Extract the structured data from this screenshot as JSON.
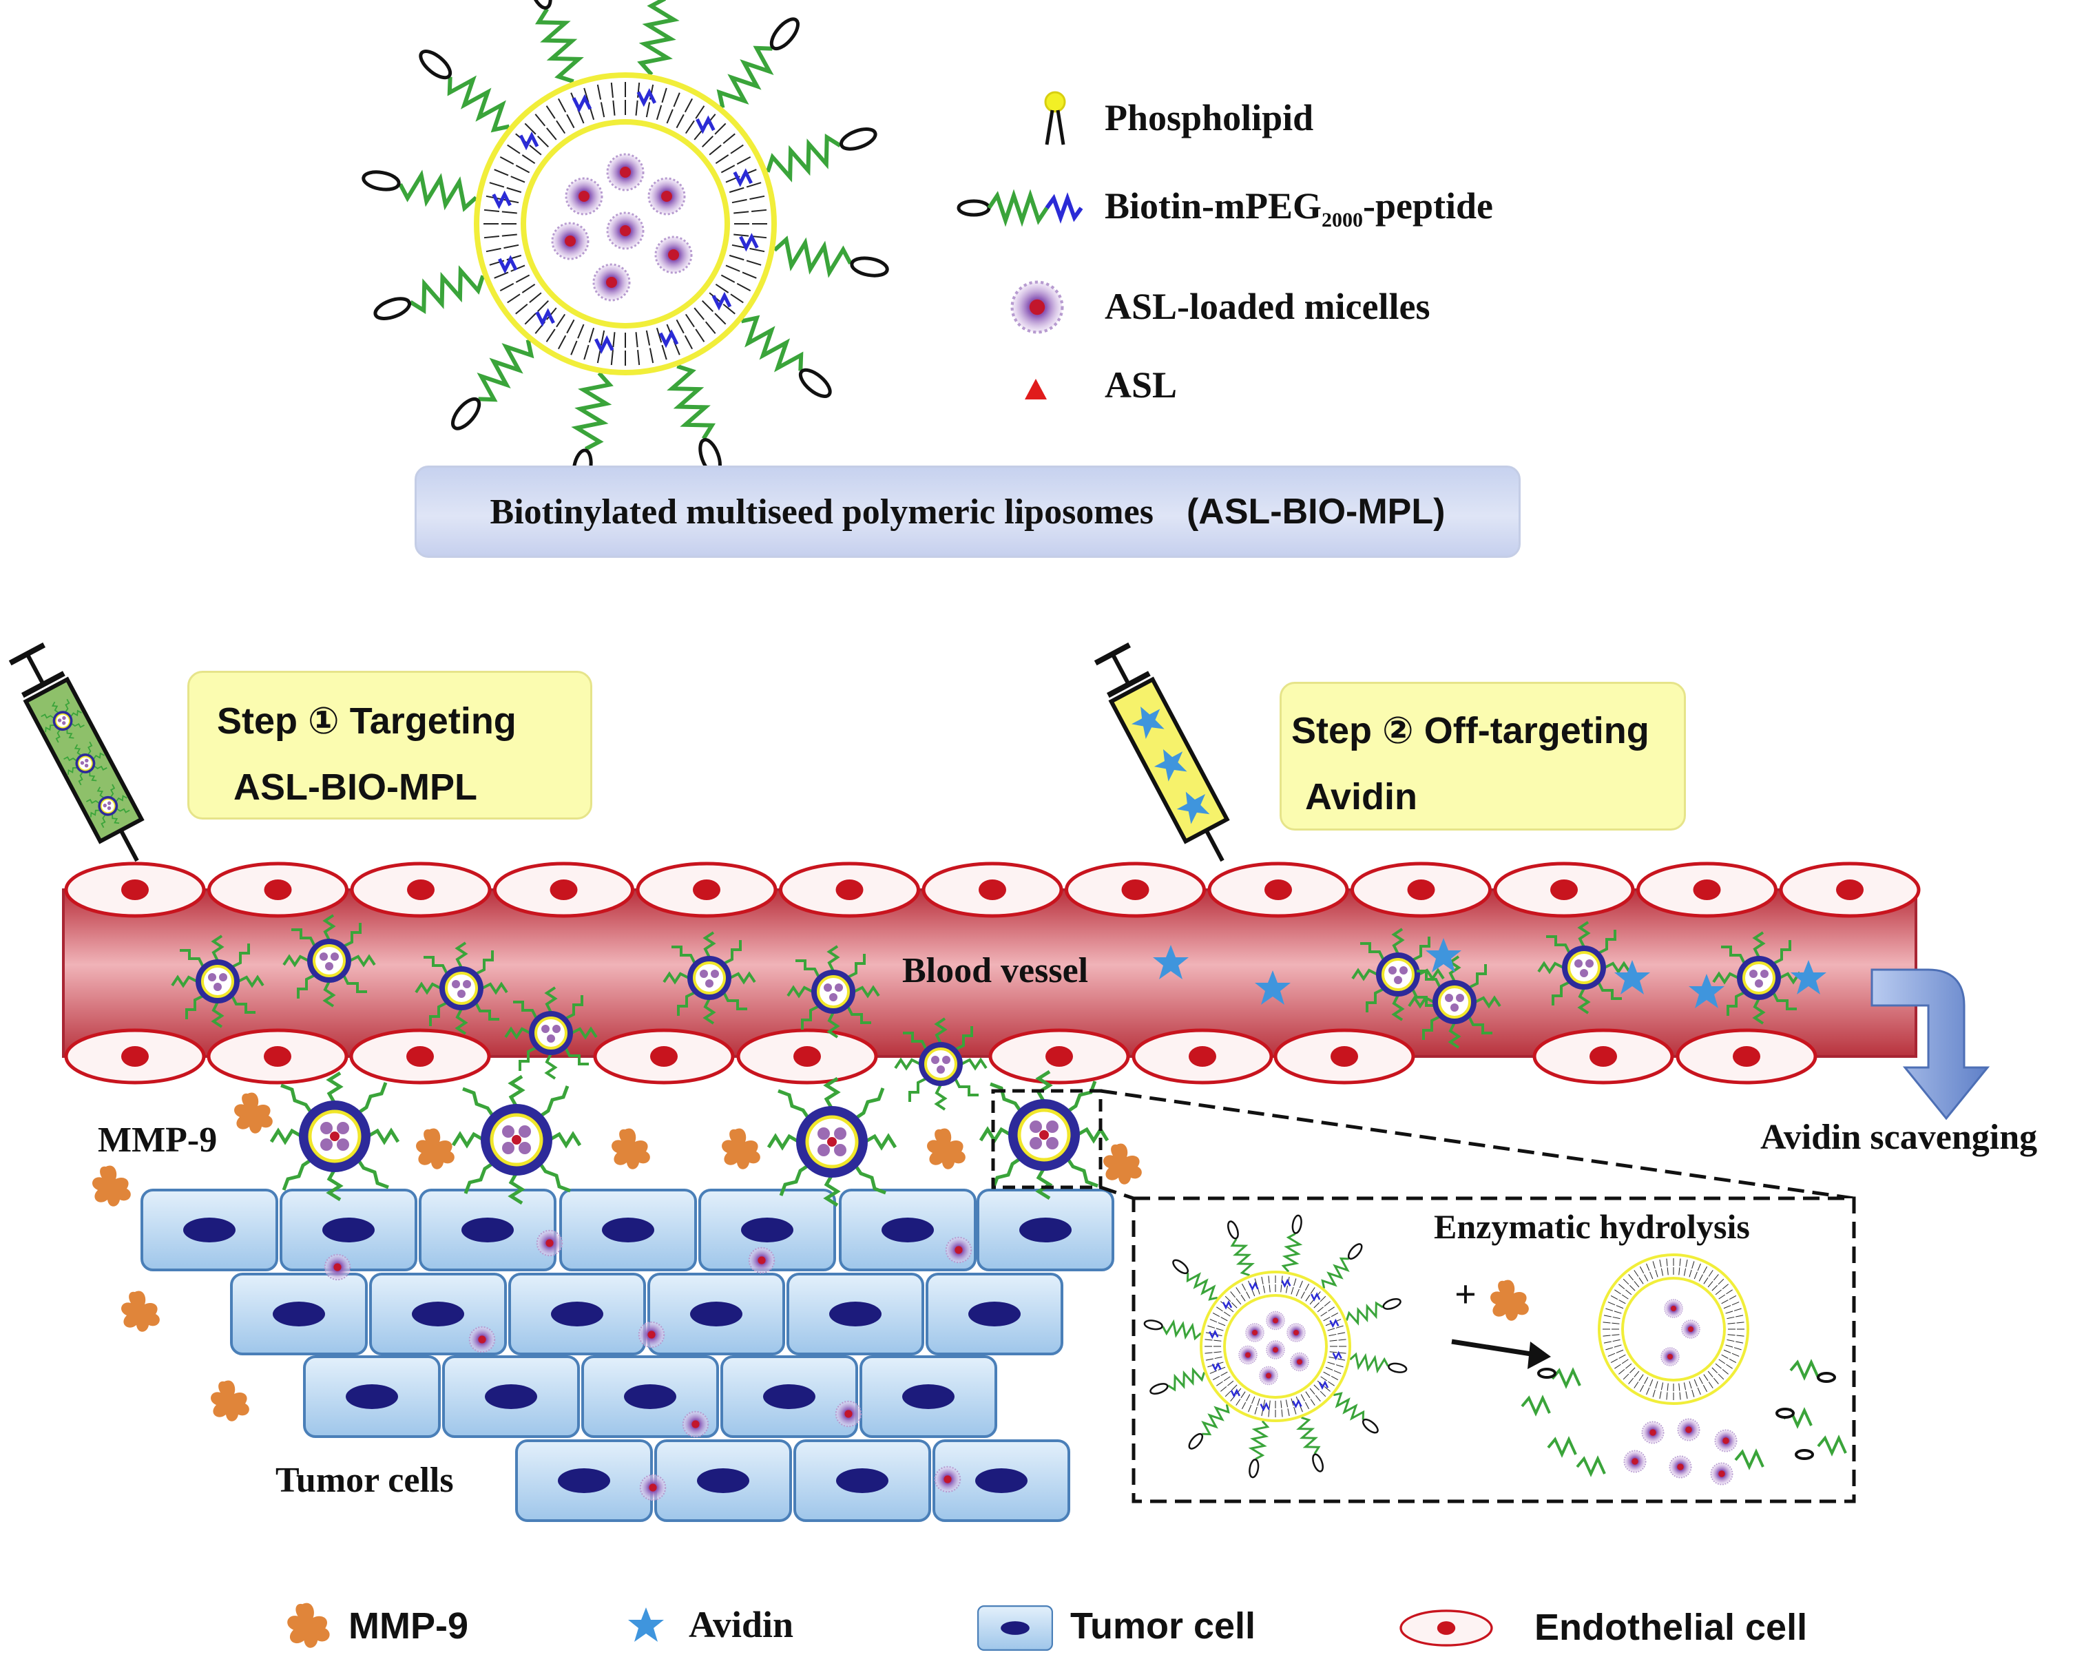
{
  "top_legend": {
    "phospholipid": "Phospholipid",
    "biotin_peg_prefix": "Biotin-mPEG",
    "biotin_peg_sub": "2000",
    "biotin_peg_suffix": "-peptide",
    "micelles": "ASL-loaded micelles",
    "asl": "ASL"
  },
  "banner": {
    "name": "Biotinylated multiseed polymeric liposomes",
    "abbr": "(ASL-BIO-MPL)"
  },
  "step1": {
    "prefix": "Step",
    "number": "①",
    "title": "Targeting",
    "agent": "ASL-BIO-MPL"
  },
  "step2": {
    "prefix": "Step",
    "number": "②",
    "title": "Off-targeting",
    "agent": "Avidin"
  },
  "labels": {
    "blood_vessel": "Blood vessel",
    "avidin_scavenging": "Avidin scavenging",
    "mmp9": "MMP-9",
    "tumor_cells": "Tumor cells",
    "enzymatic_hydrolysis": "Enzymatic hydrolysis",
    "plus": "+"
  },
  "bottom_legend": {
    "mmp9": "MMP-9",
    "avidin": "Avidin",
    "tumor_cell": "Tumor cell",
    "endothelial_cell": "Endothelial cell"
  },
  "colors": {
    "vessel": "#c9414c",
    "vessel_light": "#f2b7bb",
    "endothelial_nucleus": "#c8141e",
    "tumor_cell": "#bcd9f2",
    "tumor_nucleus": "#1c1b7c",
    "mmp9": "#e0853a",
    "avidin": "#3f95dd",
    "lipid_head": "#f2f025",
    "peg": "#3aa43a",
    "peptide": "#2b2bd6",
    "micelle": "#9b6bb3",
    "asl": "#e01b1b",
    "step_box": "#fbfcb0",
    "banner": "#cfd7f0"
  }
}
